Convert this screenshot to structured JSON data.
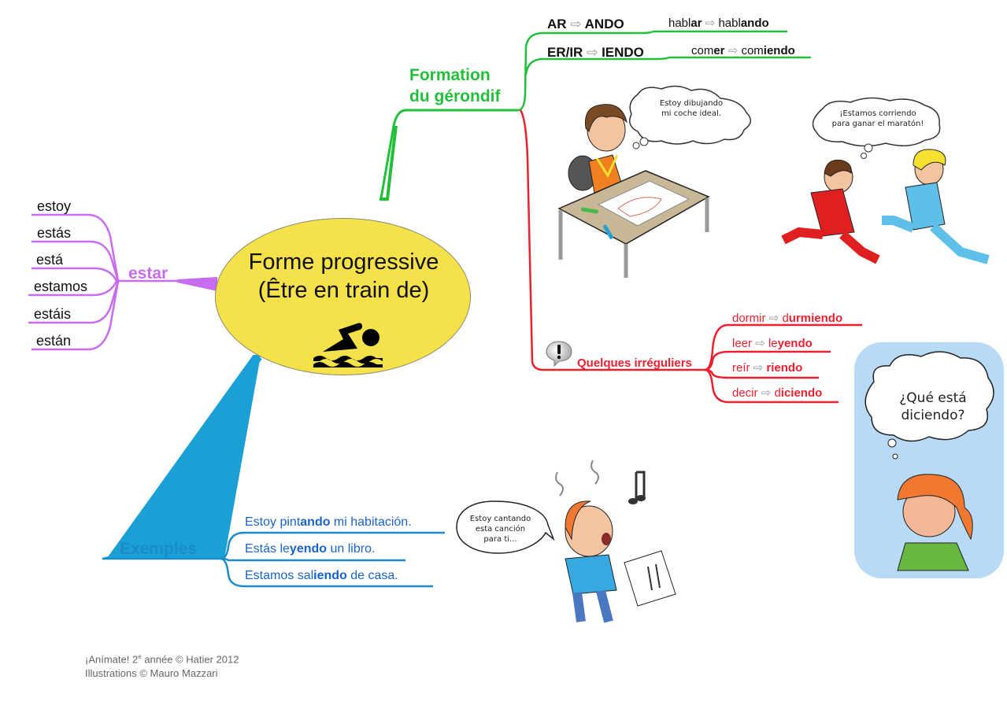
{
  "center": {
    "title_line1": "Forme progressive",
    "title_line2": "(Être en train de)",
    "icon": "swimmer-icon",
    "fill_color": "#f5e24a"
  },
  "estar": {
    "label": "estar",
    "color": "#c86cf0",
    "items": [
      "estoy",
      "estás",
      "está",
      "estamos",
      "estáis",
      "están"
    ]
  },
  "formation": {
    "label_line1": "Formation",
    "label_line2": "du gérondif",
    "color": "#22c03a",
    "rules": [
      {
        "from": "AR",
        "arrow": "⇨",
        "to": "ANDO",
        "example_stem": "habl",
        "example_from_end": "ar",
        "example_to_stem": "habl",
        "example_to_end": "ando"
      },
      {
        "from": "ER/IR",
        "arrow": "⇨",
        "to": "IENDO",
        "example_stem": "com",
        "example_from_end": "er",
        "example_to_stem": "com",
        "example_to_end": "iendo"
      }
    ]
  },
  "irregulars": {
    "label": "Quelques irréguliers",
    "icon": "exclamation-bubble-icon",
    "color": "#ee2030",
    "items": [
      {
        "infinitive": "dormir",
        "arrow": "⇨",
        "gerund_plain": "d",
        "gerund_bold": "urmiendo"
      },
      {
        "infinitive": "leer",
        "arrow": "⇨",
        "gerund_plain": "le",
        "gerund_bold": "yendo"
      },
      {
        "infinitive": "reír",
        "arrow": "⇨",
        "gerund_plain": "",
        "gerund_bold": "riendo"
      },
      {
        "infinitive": "decir",
        "arrow": "⇨",
        "gerund_plain": "d",
        "gerund_bold": "iciendo"
      }
    ]
  },
  "examples": {
    "label": "Exemples",
    "color": "#1a8ac8",
    "sentences": [
      {
        "before": "Estoy pint",
        "bold": "ando",
        "after": " mi habitación."
      },
      {
        "before": "Estás le",
        "bold": "yendo",
        "after": " un libro."
      },
      {
        "before": "Estamos sal",
        "bold": "iendo",
        "after": " de casa."
      }
    ]
  },
  "illustrations": {
    "drawing_boy": {
      "bubble_line1": "Estoy dibujando",
      "bubble_line2": "mi coche ideal."
    },
    "runners": {
      "bubble_line1": "¡Estamos corriendo",
      "bubble_line2": "para ganar el maratón!"
    },
    "thinking_girl": {
      "bubble_line1": "¿Qué está",
      "bubble_line2": "diciendo?"
    },
    "singing_boy": {
      "bubble_line1": "Estoy cantando",
      "bubble_line2": "esta canción",
      "bubble_line3": "para ti..."
    }
  },
  "credits": {
    "line1_prefix": "¡Anímate! 2",
    "line1_sup": "e",
    "line1_suffix": " année © Hatier 2012",
    "line2": "Illustrations © Mauro Mazzari"
  }
}
